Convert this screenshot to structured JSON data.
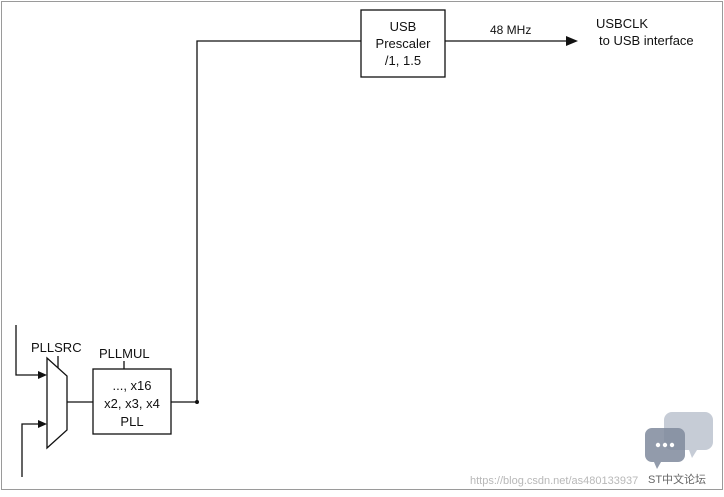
{
  "diagram": {
    "usb_prescaler": {
      "lines": [
        "USB",
        "Prescaler",
        "/1, 1.5"
      ]
    },
    "output_frequency": "48 MHz",
    "output_signal": {
      "lines": [
        "USBCLK",
        "to USB interface"
      ]
    },
    "pll": {
      "lines": [
        "..., x16",
        "x2, x3, x4",
        "PLL"
      ]
    },
    "pllsrc_label": "PLLSRC",
    "pllmul_label": "PLLMUL"
  },
  "watermark": {
    "url_text": "https://blog.csdn.net/as480133937",
    "logo_text": "ST中文论坛"
  }
}
